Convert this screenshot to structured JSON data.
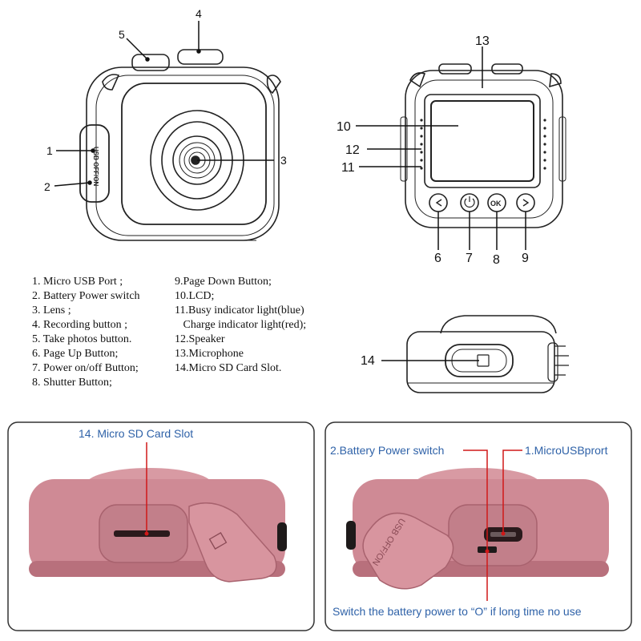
{
  "callouts": {
    "c1": "1",
    "c2": "2",
    "c3": "3",
    "c4": "4",
    "c5": "5",
    "c6": "6",
    "c7": "7",
    "c8": "8",
    "c9": "9",
    "c10": "10",
    "c11": "11",
    "c12": "12",
    "c13": "13",
    "c14": "14"
  },
  "side_label": "USB OFF/ON",
  "legend_left": [
    "1. Micro USB Port ;",
    "2. Battery Power switch",
    "3. Lens ;",
    "4. Recording button ;",
    "5. Take photos button.",
    "6. Page Up Button;",
    "7. Power on/off Button;",
    "8. Shutter Button;"
  ],
  "legend_right": [
    "9.Page Down Button;",
    "10.LCD;",
    "11.Busy indicator light(blue)",
    "   Charge indicator light(red);",
    "12.Speaker",
    "13.Microphone",
    "14.Micro SD Card Slot."
  ],
  "photo_left": {
    "label": "14. Micro SD Card Slot"
  },
  "photo_right": {
    "label_switch": "2.Battery Power switch",
    "label_usb": "1.MicroUSBprort",
    "note": "Switch the battery power to “O” if long time no use"
  },
  "colors": {
    "camera_pink": "#cf8a95",
    "camera_pink_dark": "#b8707c",
    "callout_red": "#d01818",
    "label_blue": "#2f62a8",
    "line_art": "#222222"
  }
}
